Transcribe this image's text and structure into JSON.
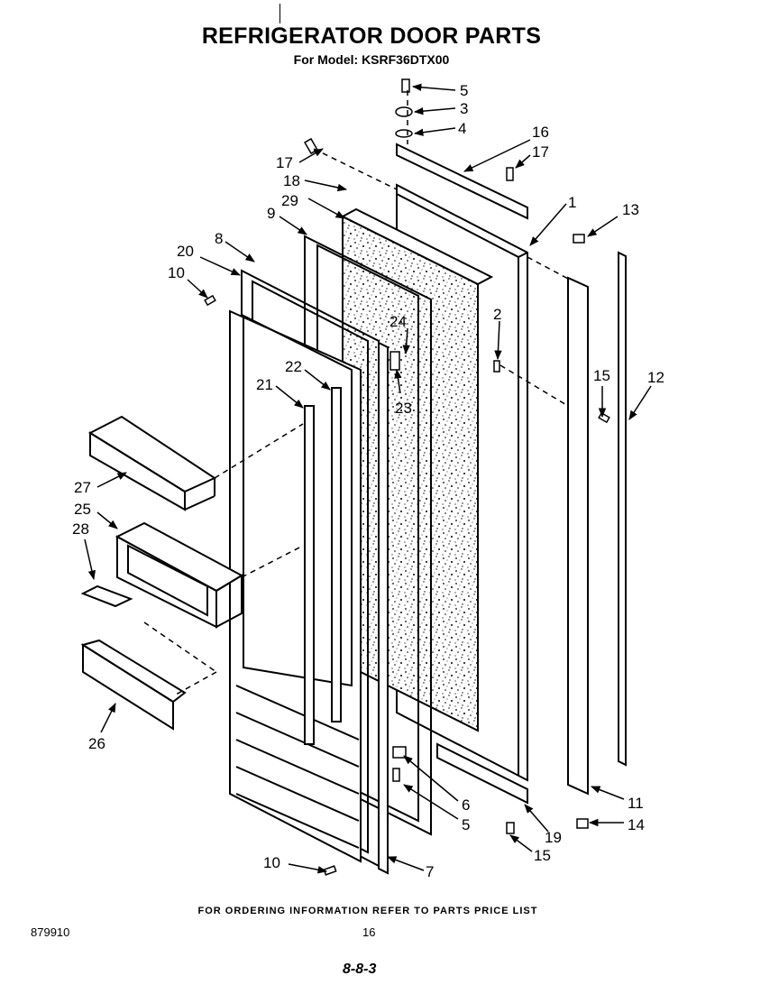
{
  "header": {
    "title": "REFRIGERATOR DOOR PARTS",
    "subtitle": "For Model: KSRF36DTX00"
  },
  "footer": {
    "note": "FOR ORDERING INFORMATION REFER TO PARTS PRICE LIST",
    "doc_number": "879910",
    "page_number": "16",
    "code": "8-8-3"
  },
  "callouts": [
    {
      "id": "c5a",
      "text": "5"
    },
    {
      "id": "c3",
      "text": "3"
    },
    {
      "id": "c4",
      "text": "4"
    },
    {
      "id": "c16",
      "text": "16"
    },
    {
      "id": "c17a",
      "text": "17"
    },
    {
      "id": "c17b",
      "text": "17"
    },
    {
      "id": "c18",
      "text": "18"
    },
    {
      "id": "c29",
      "text": "29"
    },
    {
      "id": "c9",
      "text": "9"
    },
    {
      "id": "c1",
      "text": "1"
    },
    {
      "id": "c13",
      "text": "13"
    },
    {
      "id": "c8",
      "text": "8"
    },
    {
      "id": "c20",
      "text": "20"
    },
    {
      "id": "c10a",
      "text": "10"
    },
    {
      "id": "c24",
      "text": "24"
    },
    {
      "id": "c2",
      "text": "2"
    },
    {
      "id": "c15a",
      "text": "15"
    },
    {
      "id": "c12",
      "text": "12"
    },
    {
      "id": "c22",
      "text": "22"
    },
    {
      "id": "c21",
      "text": "21"
    },
    {
      "id": "c23",
      "text": "23"
    },
    {
      "id": "c27",
      "text": "27"
    },
    {
      "id": "c25",
      "text": "25"
    },
    {
      "id": "c28",
      "text": "28"
    },
    {
      "id": "c26",
      "text": "26"
    },
    {
      "id": "c6",
      "text": "6"
    },
    {
      "id": "c5b",
      "text": "5"
    },
    {
      "id": "c11",
      "text": "11"
    },
    {
      "id": "c14",
      "text": "14"
    },
    {
      "id": "c19",
      "text": "19"
    },
    {
      "id": "c15b",
      "text": "15"
    },
    {
      "id": "c10b",
      "text": "10"
    },
    {
      "id": "c7",
      "text": "7"
    }
  ],
  "colors": {
    "ink": "#000000",
    "paper": "#ffffff"
  }
}
